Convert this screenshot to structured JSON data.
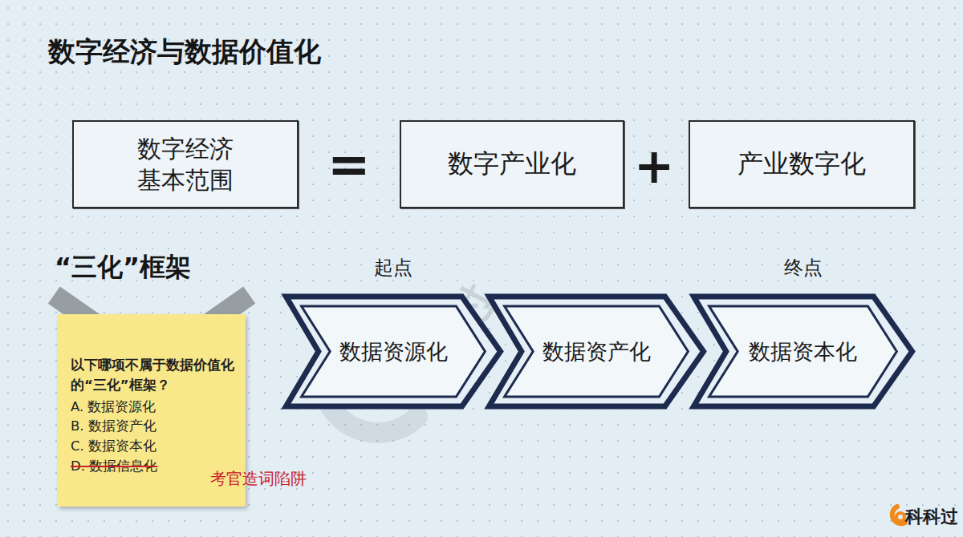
{
  "diagram": {
    "title": "数字经济与数据价值化",
    "nodes": [
      {
        "text": [
          "数字经济 基本范围"
        ]
      },
      {
        "text": [
          "数字产业化"
        ]
      },
      {
        "text": [
          "产业数字化"
        ]
      },
      {
        "text": [
          "起点",
          "数据资源化"
        ]
      },
      {
        "text": [
          "数据资产化"
        ]
      },
      {
        "text": [
          "终点",
          "数据资本化"
        ]
      },
      {
        "text": [
          "以下哪项不属于数据价值化的“三化”框架？",
          "A. 数据资源化",
          "B. 数据资产化",
          "C. 数据资本化",
          "D. 数据信息化"
        ]
      }
    ],
    "labels": [
      "=",
      "+",
      "“三化”框架",
      "考官造词陷阱",
      "科科过",
      "科科过"
    ]
  }
}
